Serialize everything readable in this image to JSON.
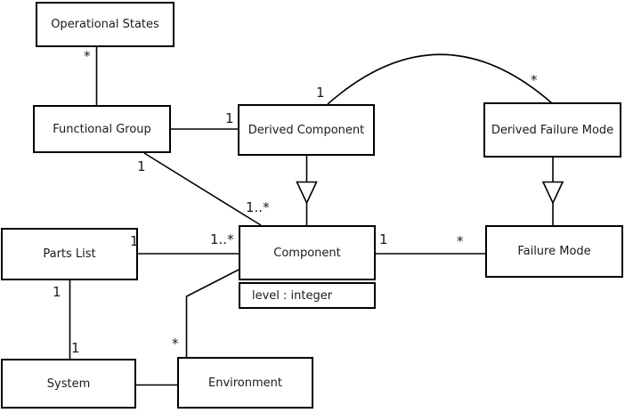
{
  "diagram": {
    "type": "uml-class-diagram",
    "background": "#ffffff",
    "line_color": "#000000",
    "text_color": "#1a1a1a"
  },
  "classes": [
    {
      "name": "Operational States"
    },
    {
      "name": "Functional Group"
    },
    {
      "name": "Derived Component"
    },
    {
      "name": "Derived Failure Mode"
    },
    {
      "name": "Parts List"
    },
    {
      "name": "Component",
      "attributes": [
        "level : integer"
      ]
    },
    {
      "name": "Failure Mode"
    },
    {
      "name": "System"
    },
    {
      "name": "Environment"
    }
  ],
  "relationships": [
    {
      "from": "Operational States",
      "to": "Functional Group",
      "type": "association",
      "labels": {
        "from_end": "*"
      }
    },
    {
      "from": "Functional Group",
      "to": "Derived Component",
      "type": "association",
      "labels": {
        "to_end": "1"
      }
    },
    {
      "from": "Functional Group",
      "to": "Component",
      "type": "association",
      "labels": {
        "from_end": "1",
        "to_end": "1..*"
      }
    },
    {
      "from": "Derived Component",
      "to": "Derived Failure Mode",
      "type": "association",
      "labels": {
        "from_end": "1",
        "to_end": "*"
      }
    },
    {
      "from": "Derived Component",
      "to": "Component",
      "type": "generalization"
    },
    {
      "from": "Derived Failure Mode",
      "to": "Failure Mode",
      "type": "generalization"
    },
    {
      "from": "Parts List",
      "to": "Component",
      "type": "association",
      "labels": {
        "from_end": "1",
        "to_end": "1..*"
      }
    },
    {
      "from": "Component",
      "to": "Failure Mode",
      "type": "association",
      "labels": {
        "from_end": "1",
        "to_end": "*"
      }
    },
    {
      "from": "Parts List",
      "to": "System",
      "type": "association",
      "labels": {
        "from_end": "1",
        "to_end": "1"
      }
    },
    {
      "from": "System",
      "to": "Environment",
      "type": "association"
    },
    {
      "from": "Environment",
      "to": "Component",
      "type": "association",
      "labels": {
        "from_end": "*"
      }
    }
  ]
}
